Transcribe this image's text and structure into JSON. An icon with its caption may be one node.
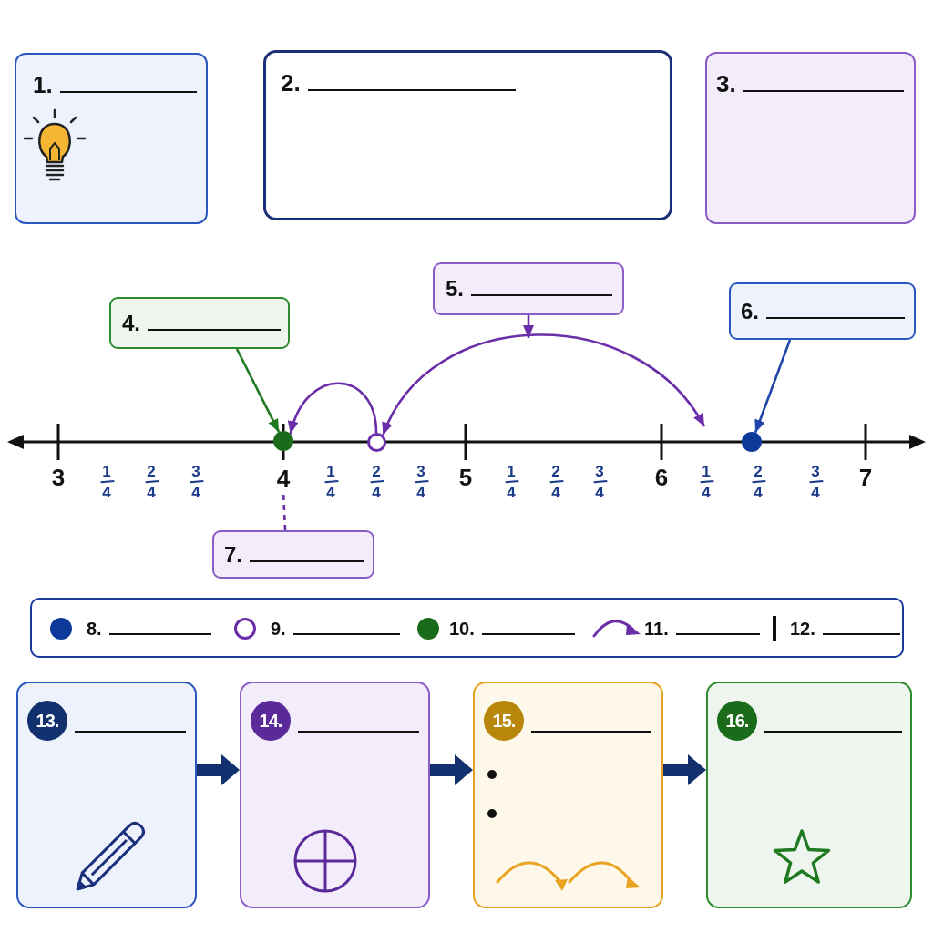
{
  "diagram": {
    "nodes": [
      {
        "text": [
          "1."
        ]
      },
      {
        "text": [
          "2."
        ]
      },
      {
        "text": [
          "3."
        ]
      },
      {
        "text": [
          "4."
        ]
      },
      {
        "text": [
          "5."
        ]
      },
      {
        "text": [
          "6."
        ]
      },
      {
        "text": [],
        "shape": "circle"
      },
      {
        "text": [],
        "shape": "circle"
      },
      {
        "text": [],
        "shape": "circle"
      },
      {
        "text": [
          "4"
        ]
      },
      {
        "text": [
          "7."
        ]
      },
      {
        "text": [
          "13."
        ]
      },
      {
        "text": [
          "14."
        ]
      },
      {
        "text": [
          "15."
        ]
      },
      {
        "text": [
          "16."
        ]
      }
    ],
    "edges": [
      {
        "from": 3,
        "to": 6,
        "arrow": "to",
        "color": "#1f7a1f"
      },
      {
        "from": 4,
        "to": null,
        "arrow": "to"
      },
      {
        "from": 7,
        "to": null,
        "arrow": "both"
      },
      {
        "from": 7,
        "to": 6,
        "arrow": "to"
      },
      {
        "from": 5,
        "to": 8,
        "arrow": "to",
        "color": "#1f46a8"
      },
      {
        "from": 10,
        "to": 9,
        "arrow": "none",
        "style": "dashed"
      },
      {
        "from": 11,
        "to": 12,
        "arrow": "to",
        "style": "thick",
        "color": "#13306e"
      },
      {
        "from": 12,
        "to": 13,
        "arrow": "to",
        "style": "thick",
        "color": "#13306e"
      },
      {
        "from": 13,
        "to": 14,
        "arrow": "to",
        "style": "thick",
        "color": "#13306e"
      }
    ],
    "labels": [
      "3",
      "1/4",
      "2/4",
      "3/4",
      "1/4",
      "2/4",
      "3/4",
      "5",
      "1/4",
      "2/4",
      "3/4",
      "6",
      "1/4",
      "2/4",
      "3/4",
      "7"
    ],
    "legend": [
      {
        "text": "8.",
        "color": "#0d3a9a"
      },
      {
        "text": "9."
      },
      {
        "text": "10.",
        "color": "#1a6b1a"
      },
      {
        "text": "11."
      },
      {
        "text": "12."
      }
    ]
  }
}
